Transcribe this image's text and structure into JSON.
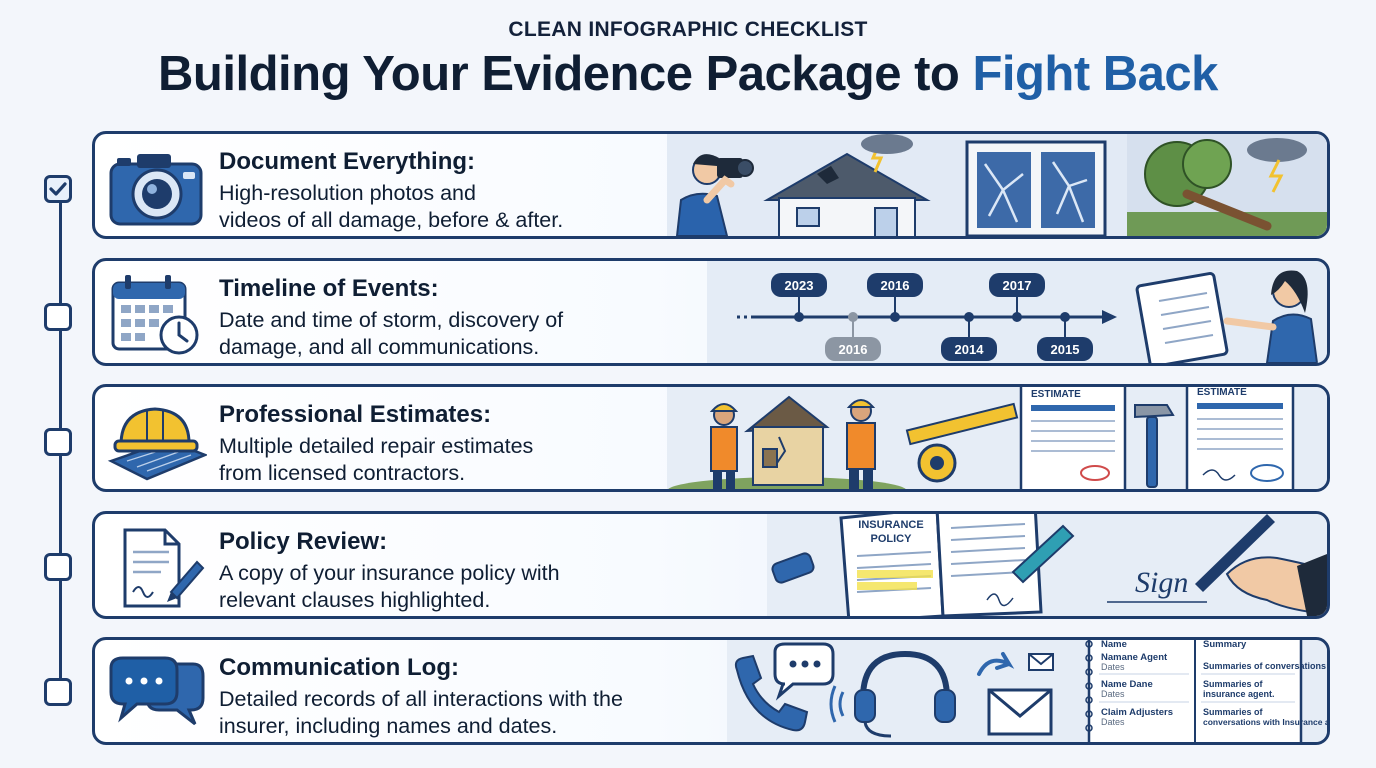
{
  "header": {
    "kicker": "CLEAN INFOGRAPHIC CHECKLIST",
    "title_main": "Building Your Evidence Package to ",
    "title_accent": "Fight Back"
  },
  "colors": {
    "navy": "#1e3c6b",
    "accent": "#1f5fa6",
    "highlight": "#f2e14b"
  },
  "items": [
    {
      "heading": "Document Everything:",
      "lines": [
        "High-resolution photos and",
        "videos of all damage, before & after."
      ],
      "checked": true,
      "icon": "camera-icon"
    },
    {
      "heading": "Timeline of Events:",
      "lines": [
        "Date and time of storm, discovery of",
        "damage, and all communications."
      ],
      "checked": false,
      "icon": "calendar-clock-icon",
      "timeline_top": [
        "2023",
        "2016",
        "2017"
      ],
      "timeline_bottom": [
        "2016",
        "2014",
        "2015"
      ]
    },
    {
      "heading": "Professional Estimates:",
      "lines": [
        "Multiple detailed repair estimates",
        "from licensed contractors."
      ],
      "checked": false,
      "icon": "hardhat-blueprint-icon",
      "doc_title_1": "ESTIMATE",
      "doc_title_2": "ESTIMATE"
    },
    {
      "heading": "Policy Review:",
      "lines": [
        "A copy of your insurance policy with",
        "relevant clauses highlighted."
      ],
      "checked": false,
      "icon": "document-pen-icon",
      "book_title": [
        "INSURANCE",
        "POLICY"
      ],
      "signature": "Sign"
    },
    {
      "heading": "Communication Log:",
      "lines": [
        "Detailed records of all interactions with the",
        "insurer, including names and dates."
      ],
      "checked": false,
      "icon": "chat-bubbles-icon",
      "log_left": [
        {
          "name": "Name",
          "sub": ""
        },
        {
          "name": "Namane Agent",
          "sub": "Dates"
        },
        {
          "name": "Name Dane",
          "sub": "Dates"
        },
        {
          "name": "Claim Adjusters",
          "sub": "Dates"
        }
      ],
      "log_right": [
        {
          "title": "Summary",
          "sub": "Summaries of conversations"
        },
        {
          "title": "Summaries of",
          "sub": "insurance agent."
        },
        {
          "title": "Summaries of",
          "sub": "conversations with Insurance agents."
        }
      ]
    }
  ]
}
